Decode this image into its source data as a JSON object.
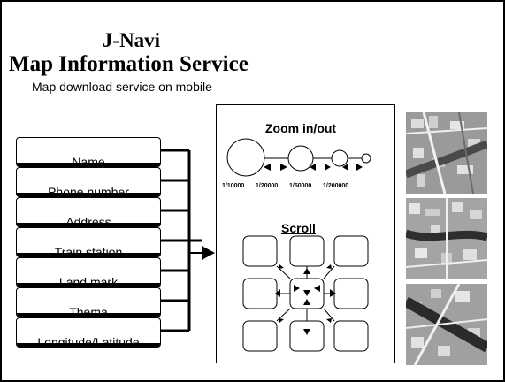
{
  "header": {
    "title": "J-Navi",
    "subtitle": "Map Information Service",
    "description": "Map download service on mobile"
  },
  "menu": {
    "items": [
      {
        "label": "Name"
      },
      {
        "label": "Phone number"
      },
      {
        "label": "Address"
      },
      {
        "label": "Train station"
      },
      {
        "label": "Land mark"
      },
      {
        "label": "Thema"
      },
      {
        "label": "Longitude/Latitude"
      }
    ]
  },
  "phone_screen": {
    "zoom_title": "Zoom in/out",
    "scales": [
      "1/10000",
      "1/20000",
      "1/50000",
      "1/200000"
    ],
    "scroll_title": "Scroll"
  },
  "thumbnails": [
    {
      "icon": "map-image"
    },
    {
      "icon": "map-image"
    },
    {
      "icon": "map-image"
    }
  ],
  "colors": {
    "ink": "#000000",
    "background": "#ffffff"
  }
}
